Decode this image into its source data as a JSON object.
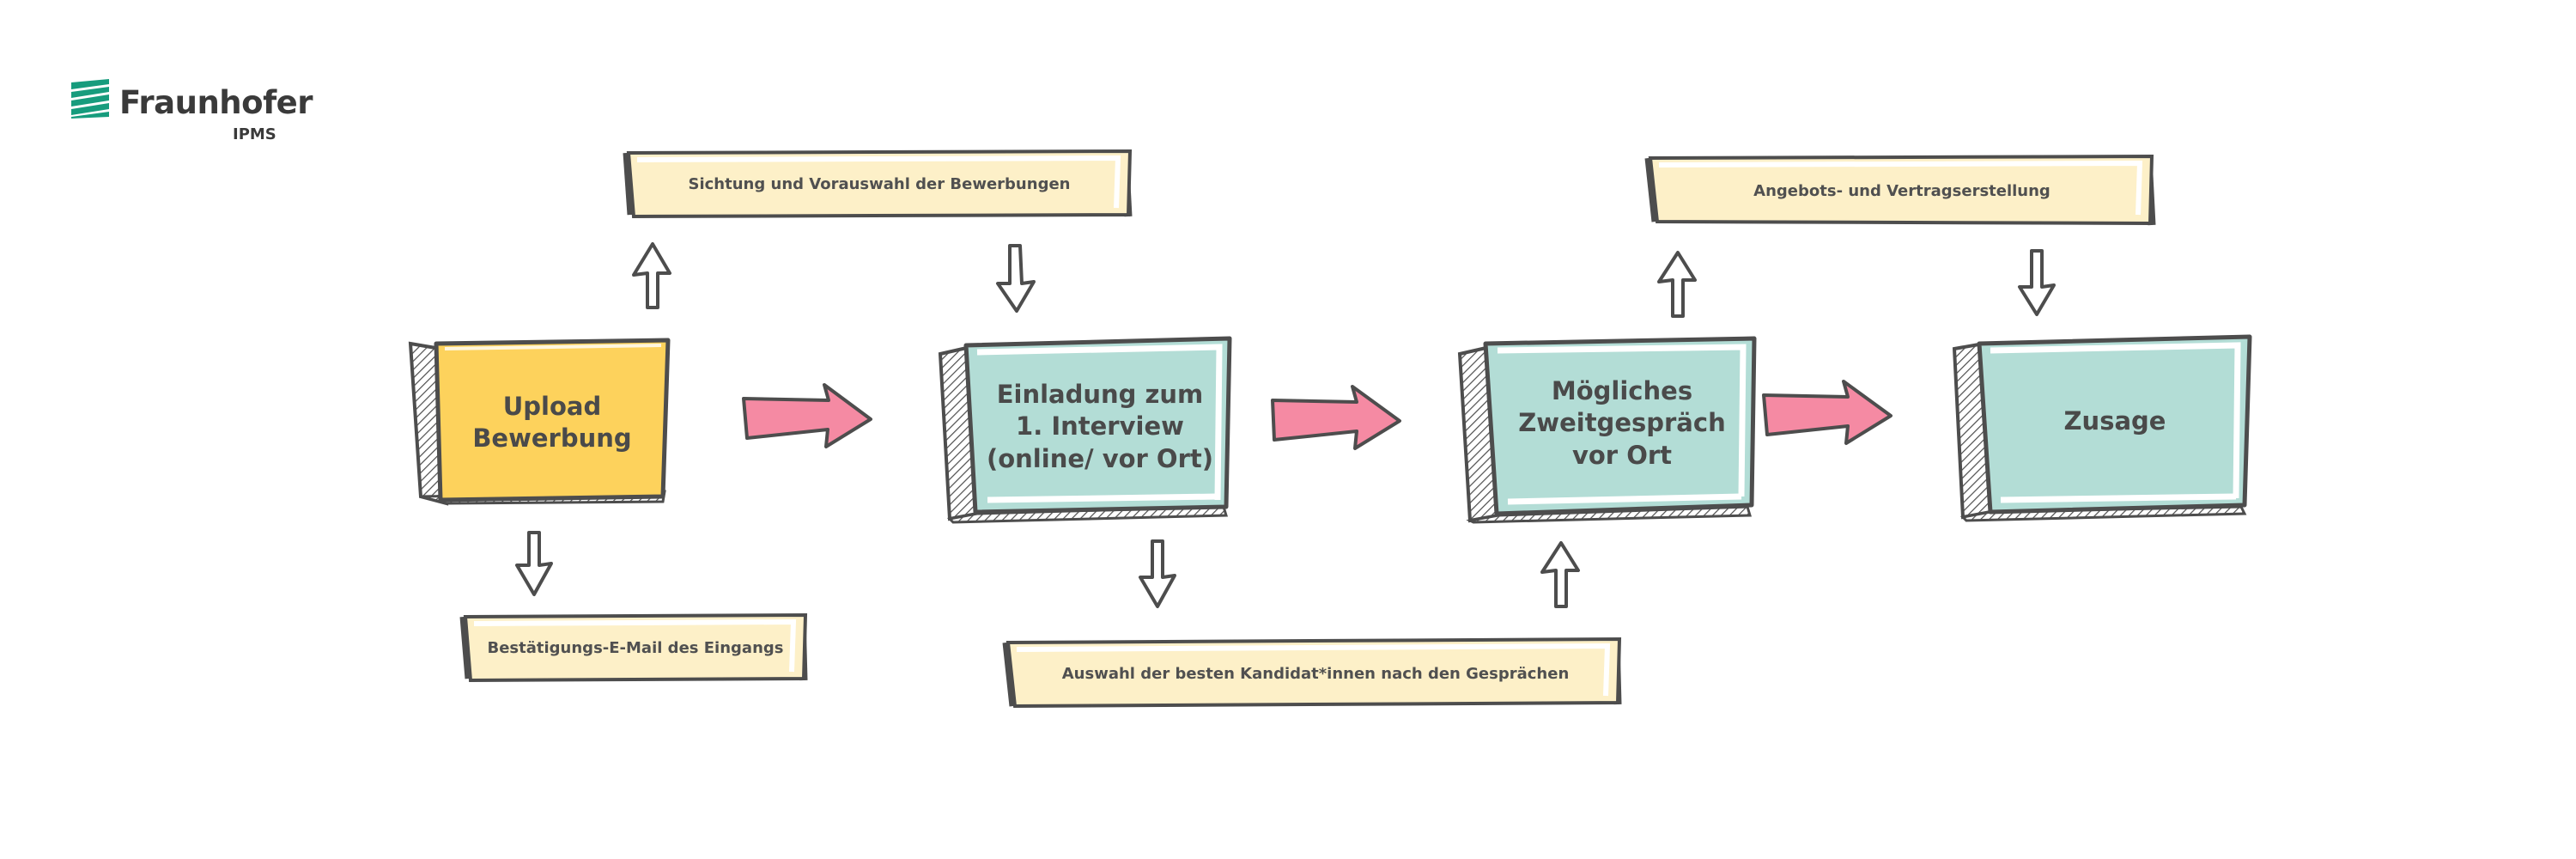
{
  "logo": {
    "name": "Fraunhofer",
    "sub": "IPMS",
    "brand_color": "#179c7d"
  },
  "steps": [
    {
      "line1": "Upload",
      "line2": "Bewerbung",
      "line3": "",
      "fill": "#fdd25c"
    },
    {
      "line1": "Einladung zum",
      "line2": "1. Interview",
      "line3": "(online/ vor Ort)",
      "fill": "#b3ddd6"
    },
    {
      "line1": "Mögliches",
      "line2": "Zweitgespräch",
      "line3": "vor Ort",
      "fill": "#b3ddd6"
    },
    {
      "line1": "Zusage",
      "line2": "",
      "line3": "",
      "fill": "#b3ddd6"
    }
  ],
  "notes": {
    "sichtung": "Sichtung und Vorauswahl der Bewerbungen",
    "bestaetigung": "Bestätigungs-E-Mail des Eingangs",
    "auswahl": "Auswahl der besten Kandidat*innen nach den Gesprächen",
    "angebot": "Angebots- und Vertragserstellung"
  },
  "colors": {
    "note_fill": "#fdf0c8",
    "arrow_pink": "#f58aa3",
    "outline": "#4d4d4d"
  }
}
